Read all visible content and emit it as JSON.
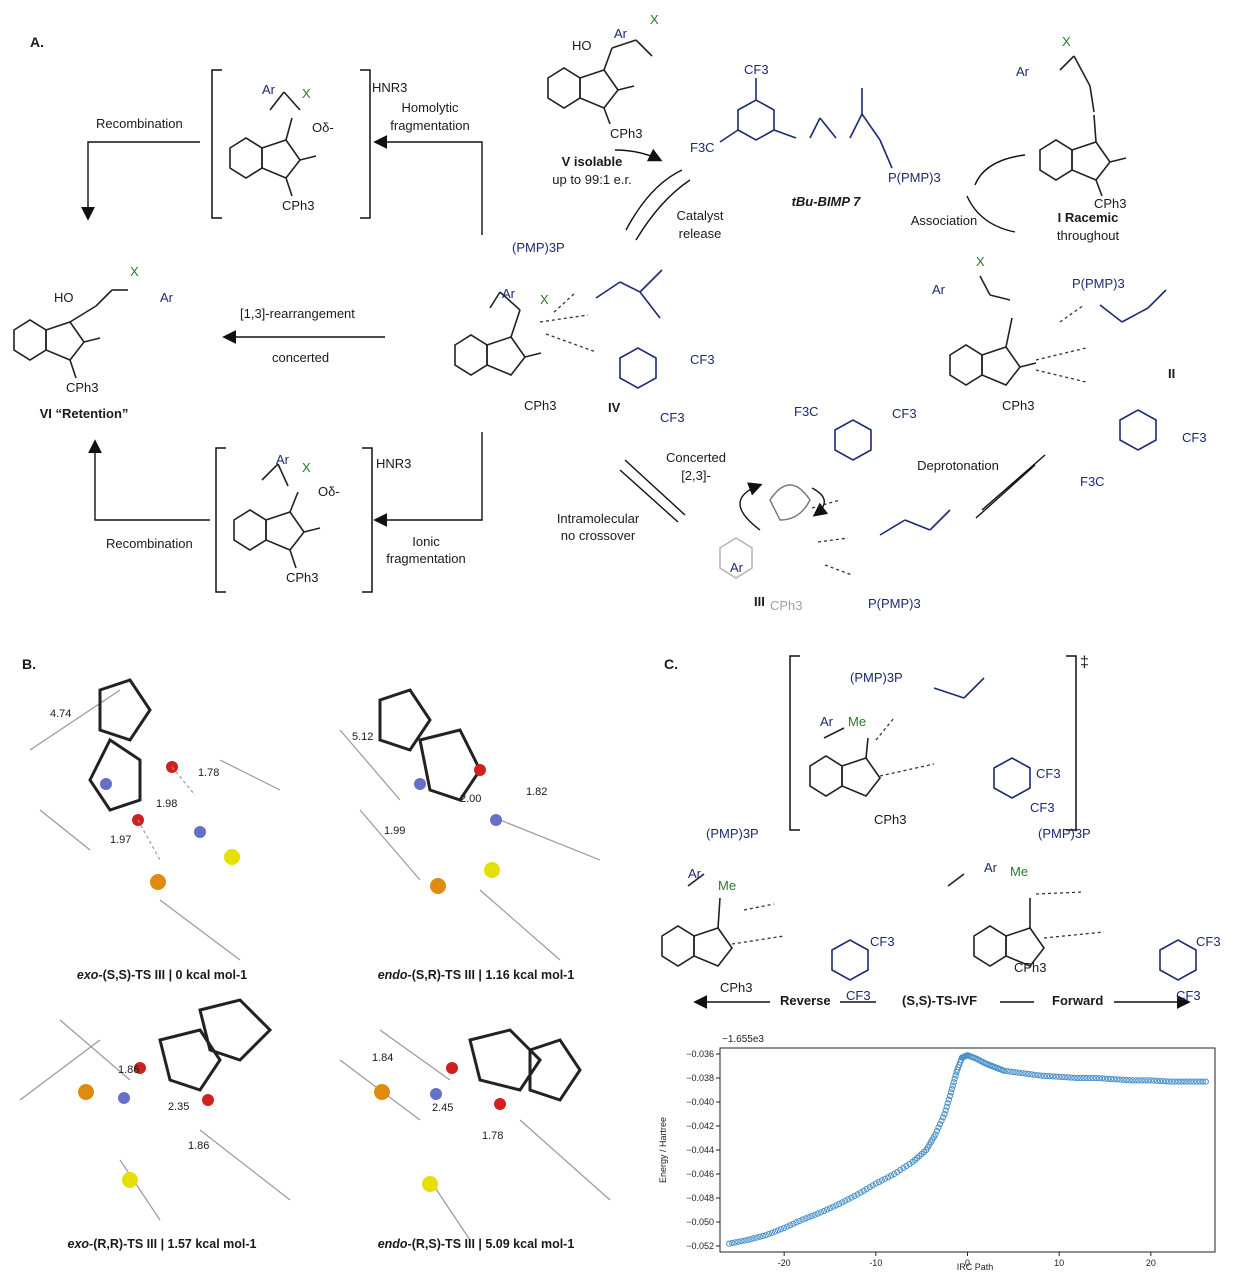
{
  "panels": {
    "a": "A.",
    "b": "B.",
    "c": "C."
  },
  "panel_a": {
    "catalyst_name": "tBu-BIMP 7",
    "step_association": "Association",
    "step_release_line1": "Catalyst",
    "step_release_line2": "release",
    "step_deprotonation": "Deprotonation",
    "step_concerted_line1": "Concerted",
    "step_concerted_line2": "[2,3]-",
    "step_intramolecular_line1": "Intramolecular",
    "step_intramolecular_line2": "no crossover",
    "step_homolytic_line1": "Homolytic",
    "step_homolytic_line2": "fragmentation",
    "step_ionic_line1": "Ionic",
    "step_ionic_line2": "fragmentation",
    "step_recombination_top": "Recombination",
    "step_recombination_bottom": "Recombination",
    "step_rearrangement": "[1,3]-rearrangement",
    "step_rearrangement_mode": "concerted",
    "compound_I_line1": "I Racemic",
    "compound_I_line2": "throughout",
    "compound_V_line1": "V isolable",
    "compound_V_line2": "up to 99:1 e.r.",
    "compound_VI": "VI “Retention”",
    "label_II": "II",
    "label_III": "III",
    "label_IV": "IV",
    "atoms": {
      "cf3": "CF3",
      "f3c": "F3C",
      "cph3": "CPh3",
      "ppmp": "P(PMP)3",
      "pmpp": "(PMP)3P",
      "hnr3": "HNR3",
      "ar": "Ar",
      "x": "X",
      "ho": "HO",
      "me": "Me",
      "odelta": "Oδ-"
    }
  },
  "panel_b": {
    "captions": [
      {
        "prefix": "exo-",
        "config": "(S,S)",
        "suffix": "-TS III | 0 kcal mol-1"
      },
      {
        "prefix": "endo-",
        "config": "(S,R)",
        "suffix": "-TS III | 1.16 kcal mol-1"
      },
      {
        "prefix": "exo-",
        "config": "(R,R)",
        "suffix": "-TS III | 1.57 kcal mol-1"
      },
      {
        "prefix": "endo-",
        "config": "(R,S)",
        "suffix": "-TS III | 5.09 kcal mol-1"
      }
    ],
    "distances": [
      [
        "4.74",
        "1.78",
        "1.98",
        "1.97"
      ],
      [
        "5.12",
        "2.00",
        "1.82",
        "1.99"
      ],
      [
        "1.86",
        "2.35",
        "1.86"
      ],
      [
        "1.84",
        "2.45",
        "1.78"
      ]
    ]
  },
  "panel_c": {
    "ts_symbol": "‡",
    "reverse_label": "Reverse",
    "ts_label": "(S,S)-TS-IVF",
    "forward_label": "Forward",
    "colors": {
      "series": "#4a90c8",
      "axis": "#222222"
    }
  },
  "chart_data": {
    "type": "scatter",
    "title": "",
    "xlabel": "IRC Path",
    "ylabel": "Energy / Hartree",
    "offset_label": "−1.655e3",
    "xlim": [
      -27,
      27
    ],
    "ylim": [
      -0.0525,
      -0.0355
    ],
    "xticks": [
      -20,
      -10,
      0,
      10,
      20
    ],
    "yticks": [
      -0.036,
      -0.038,
      -0.04,
      -0.042,
      -0.044,
      -0.046,
      -0.048,
      -0.05,
      -0.052
    ],
    "series": [
      {
        "x": [
          -26,
          -24,
          -22,
          -20,
          -18,
          -16,
          -14,
          -12,
          -10,
          -8,
          -6,
          -4.5,
          -3.5,
          -2.5,
          -1.8,
          -1.2,
          -0.6,
          0,
          1,
          2,
          3,
          4,
          6,
          8,
          10,
          12,
          14,
          16,
          18,
          20,
          22,
          24,
          26
        ],
        "y": [
          -0.0518,
          -0.0515,
          -0.0511,
          -0.0505,
          -0.0498,
          -0.0492,
          -0.0485,
          -0.0477,
          -0.0468,
          -0.046,
          -0.045,
          -0.044,
          -0.0427,
          -0.041,
          -0.0392,
          -0.0375,
          -0.0363,
          -0.0361,
          -0.0364,
          -0.0368,
          -0.0371,
          -0.0374,
          -0.0376,
          -0.0378,
          -0.0379,
          -0.038,
          -0.038,
          -0.0381,
          -0.0382,
          -0.0382,
          -0.0383,
          -0.0383,
          -0.0383
        ]
      }
    ]
  }
}
